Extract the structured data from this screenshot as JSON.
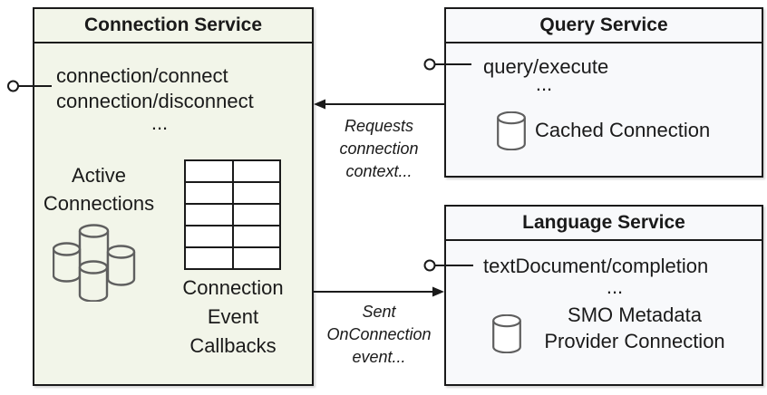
{
  "colors": {
    "box_border": "#1a1a1a",
    "connection_box_fill": "#f2f5e9",
    "service_box_fill": "#f8f9fb",
    "cylinder_stroke": "#5f5f5f",
    "text": "#1a1a1a"
  },
  "connection_service": {
    "title": "Connection Service",
    "methods": [
      "connection/connect",
      "connection/disconnect"
    ],
    "ellipsis": "...",
    "active_connections_lines": [
      "Active",
      "Connections"
    ],
    "callbacks_lines": [
      "Connection",
      "Event",
      "Callbacks"
    ]
  },
  "query_service": {
    "title": "Query Service",
    "methods": [
      "query/execute"
    ],
    "ellipsis": "...",
    "connection_label": "Cached Connection"
  },
  "language_service": {
    "title": "Language Service",
    "methods": [
      "textDocument/completion"
    ],
    "ellipsis": "...",
    "connection_label_lines": [
      "SMO Metadata",
      "Provider Connection"
    ]
  },
  "arrows": {
    "request_label_lines": [
      "Requests",
      "connection",
      "context..."
    ],
    "sent_label_lines": [
      "Sent",
      "OnConnection",
      "event..."
    ]
  }
}
